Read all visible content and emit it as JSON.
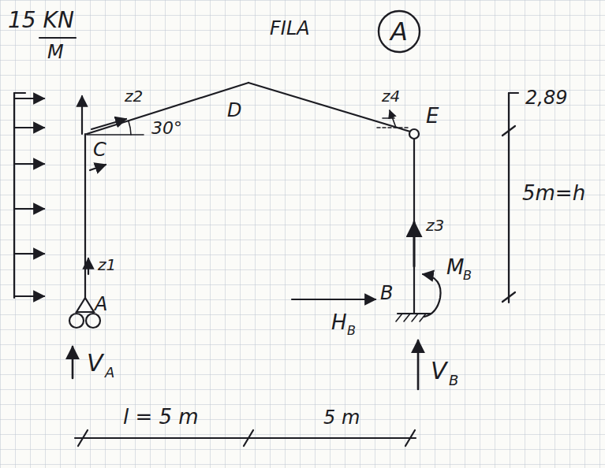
{
  "diagram": {
    "nodes": [
      {
        "text": [
          "A"
        ]
      }
    ],
    "labels": [
      "15 KN",
      "M",
      "FILA",
      "z2",
      "30°",
      "D",
      "z4",
      "E",
      "2,89",
      "C",
      "5m=h",
      "z3",
      "M",
      "B",
      "z1",
      "A",
      "H",
      "B",
      "B",
      "V",
      "A",
      "V",
      "B",
      "l = 5 m",
      "5 m"
    ]
  }
}
